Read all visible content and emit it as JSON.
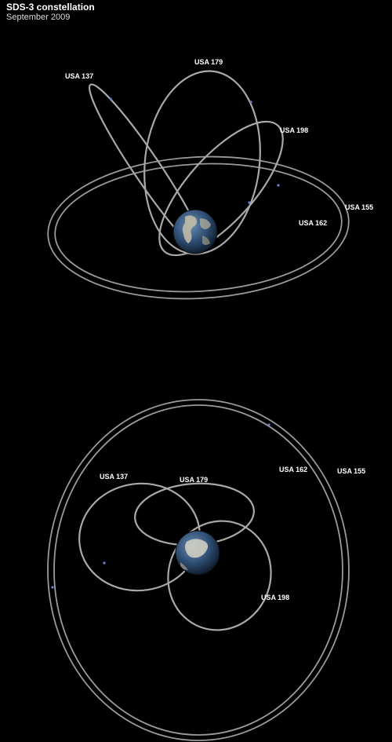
{
  "header": {
    "title": "SDS-3 constellation",
    "subtitle": "September 2009"
  },
  "top_view": {
    "labels": {
      "usa137": "USA 137",
      "usa179": "USA 179",
      "usa198": "USA 198",
      "usa155": "USA 155",
      "usa162": "USA 162"
    }
  },
  "bottom_view": {
    "labels": {
      "usa137": "USA 137",
      "usa179": "USA 179",
      "usa162": "USA 162",
      "usa155": "USA 155",
      "usa198": "USA 198"
    }
  },
  "colors": {
    "background": "#000000",
    "orbit": "#a9a9a9",
    "earth_ocean": "#2e4d72",
    "earth_land": "#c8c0a8"
  }
}
